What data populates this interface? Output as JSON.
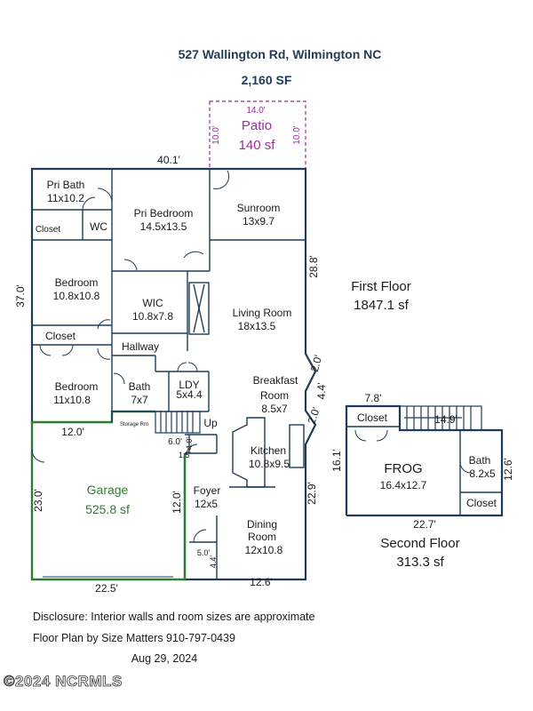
{
  "header": {
    "address": "527 Wallington Rd, Wilmington NC",
    "total_area": "2,160 SF"
  },
  "patio": {
    "name": "Patio",
    "area": "140 sf",
    "dim_top": "14.0'",
    "dim_left": "10.0'",
    "dim_right": "10.0'"
  },
  "first_floor": {
    "label": "First Floor",
    "area": "1847.1 sf",
    "dimensions": {
      "top": "40.1'",
      "left": "37.0'",
      "right_upper": "28.8'",
      "angle_a": "2.0'",
      "angle_b": "4.4'",
      "angle_c": "2.0'",
      "right_lower": "22.9'",
      "bottom": "12.6'",
      "garage_top": "12.0'",
      "garage_left": "23.0'",
      "garage_right": "12.0'",
      "garage_bottom": "22.5'",
      "foyer_w": "6.0'",
      "foyer_small": "1.5'",
      "foyer_small2": "4.0'",
      "entry_w": "5.0'",
      "entry_h": "4.4'"
    },
    "rooms": {
      "pri_bath": {
        "name": "Pri Bath",
        "size": "11x10.2"
      },
      "pri_bedroom": {
        "name": "Pri Bedroom",
        "size": "14.5x13.5"
      },
      "sunroom": {
        "name": "Sunroom",
        "size": "13x9.7"
      },
      "closet_1": {
        "name": "Closet"
      },
      "wc": {
        "name": "WC"
      },
      "bedroom_1": {
        "name": "Bedroom",
        "size": "10.8x10.8"
      },
      "wic": {
        "name": "WIC",
        "size": "10.8x7.8"
      },
      "living_room": {
        "name": "Living Room",
        "size": "18x13.5"
      },
      "closet_2": {
        "name": "Closet"
      },
      "hallway": {
        "name": "Hallway"
      },
      "bedroom_2": {
        "name": "Bedroom",
        "size": "11x10.8"
      },
      "bath": {
        "name": "Bath",
        "size": "7x7"
      },
      "laundry": {
        "name": "LDY",
        "size": "5x4.4"
      },
      "breakfast": {
        "name": "Breakfast",
        "name2": "Room",
        "size": "8.5x7"
      },
      "storage": {
        "name": "Storage Rm"
      },
      "up": {
        "name": "Up"
      },
      "kitchen": {
        "name": "Kitchen",
        "size": "10.8x9.5"
      },
      "garage": {
        "name": "Garage",
        "area": "525.8 sf"
      },
      "foyer": {
        "name": "Foyer",
        "size": "12x5"
      },
      "dining": {
        "name": "Dining",
        "name2": "Room",
        "size": "12x10.8"
      }
    }
  },
  "second_floor": {
    "label": "Second Floor",
    "area": "313.3 sf",
    "dimensions": {
      "top": "7.8'",
      "stair": "14.9'",
      "left": "16.1'",
      "right": "12.6'",
      "bottom": "22.7'"
    },
    "rooms": {
      "closet_a": {
        "name": "Closet"
      },
      "frog": {
        "name": "FROG",
        "size": "16.4x12.7"
      },
      "bath": {
        "name": "Bath",
        "size": "8.2x5"
      },
      "closet_b": {
        "name": "Closet"
      }
    }
  },
  "footer": {
    "disclosure": "Disclosure: Interior walls and room sizes are approximate",
    "credit": "Floor Plan by Size Matters  910-797-0439",
    "date": "Aug 29, 2024",
    "watermark": "©2024 NCRMLS"
  }
}
